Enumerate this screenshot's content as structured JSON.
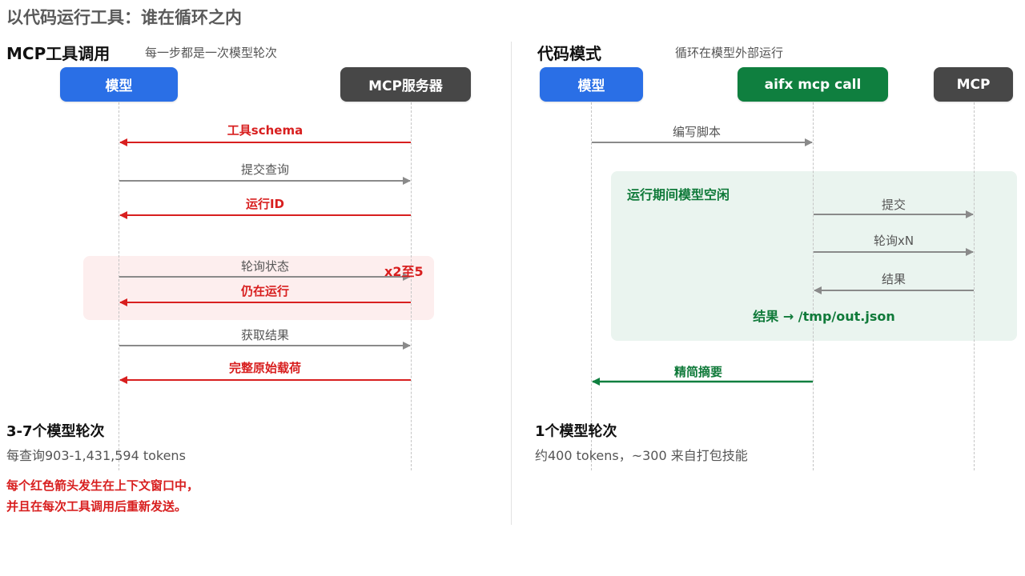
{
  "page_title": "以代码运行工具：谁在循环之内",
  "colors": {
    "blue": "#2a6fe6",
    "dark": "#474747",
    "green": "#0f7f3f",
    "red": "#d81f1f",
    "gray_arrow": "#8a8a8a",
    "red_band": "#fdeeee",
    "green_band": "#eaf4ef"
  },
  "left": {
    "heading": "MCP工具调用",
    "subheading": "每一步都是一次模型轮次",
    "actor_model": "模型",
    "actor_server": "MCP服务器",
    "messages": {
      "schema": "工具schema",
      "submit_query": "提交查询",
      "run_id": "运行ID",
      "poll_status": "轮询状态",
      "repeat": "x2至5",
      "still_running": "仍在运行",
      "get_result": "获取结果",
      "full_payload": "完整原始载荷"
    },
    "summary_title": "3-7个模型轮次",
    "summary_text": "每查询903-1,431,594 tokens",
    "note_line1": "每个红色箭头发生在上下文窗口中，",
    "note_line2": "并且在每次工具调用后重新发送。"
  },
  "right": {
    "heading": "代码模式",
    "subheading": "循环在模型外部运行",
    "actor_model": "模型",
    "actor_cli": "aifx mcp call",
    "actor_mcp": "MCP",
    "messages": {
      "write_script": "编写脚本",
      "idle_label": "运行期间模型空闲",
      "submit": "提交",
      "poll": "轮询xN",
      "result": "结果",
      "result_file": "结果 → /tmp/out.json",
      "summary_back": "精简摘要"
    },
    "summary_title": "1个模型轮次",
    "summary_text": "约400 tokens，~300 来自打包技能"
  }
}
